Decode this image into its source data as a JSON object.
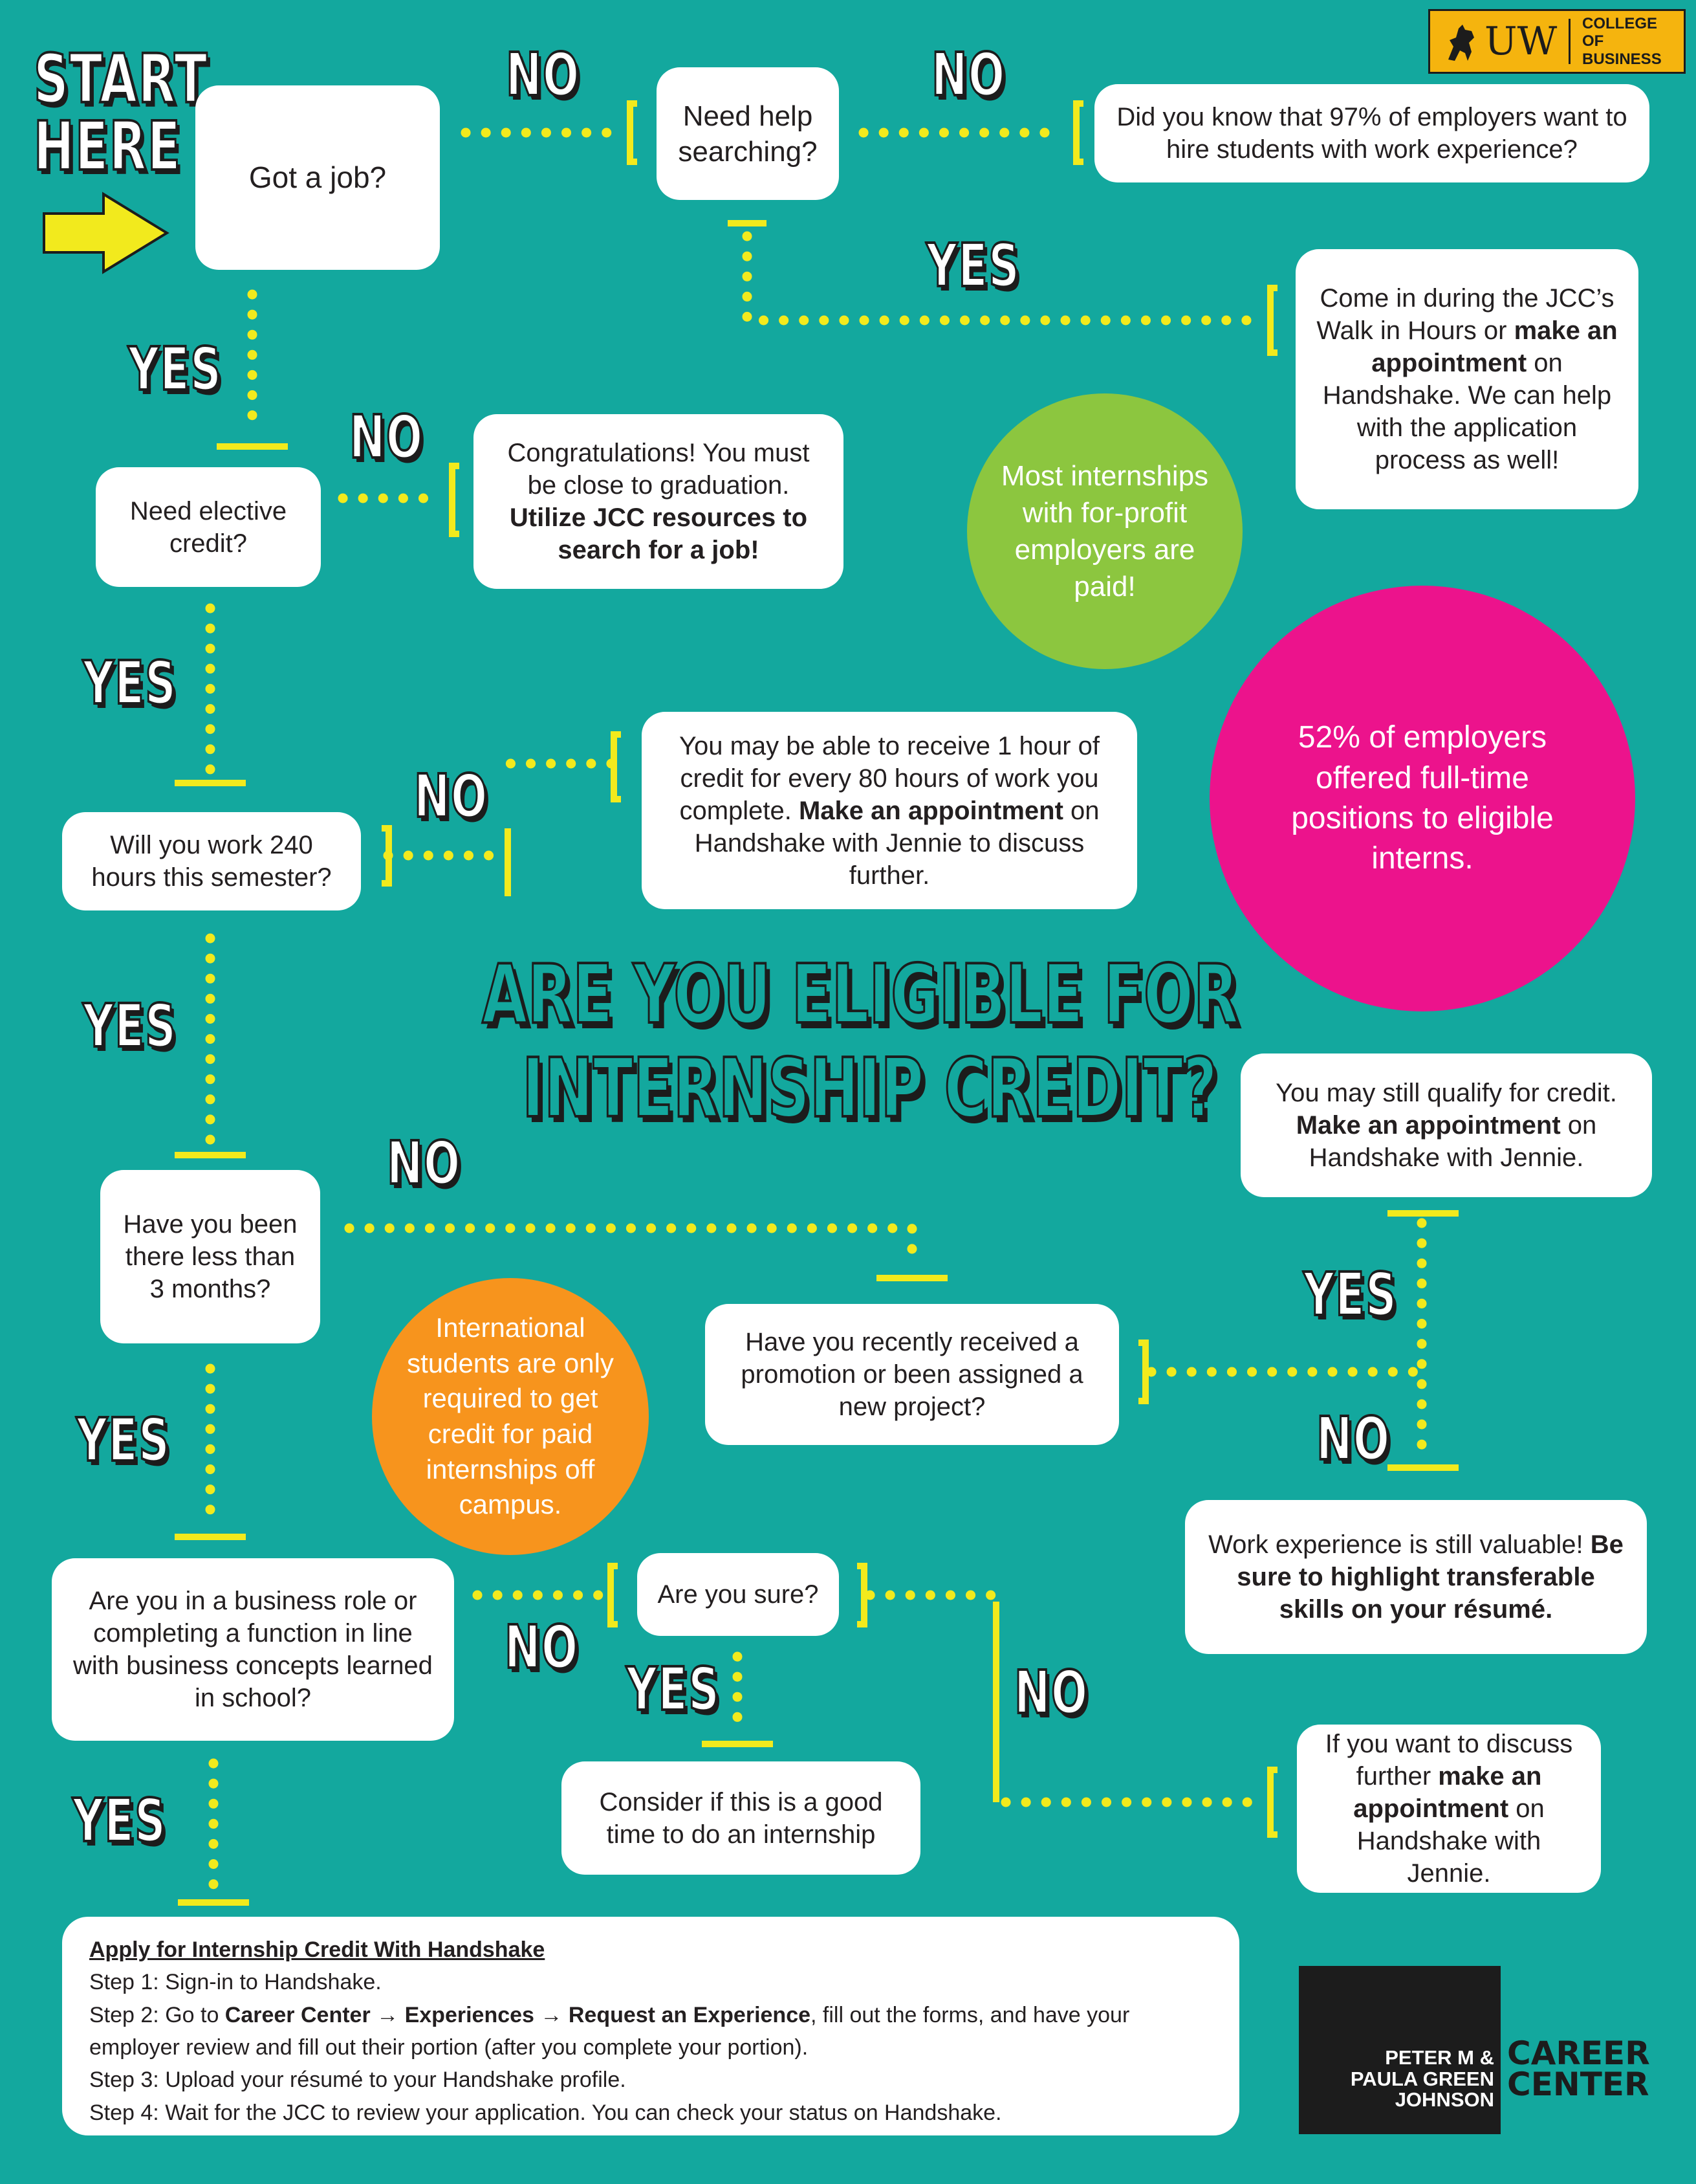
{
  "start": {
    "line1": "START",
    "line2": "HERE"
  },
  "title": {
    "line1": "ARE YOU ELIGIBLE FOR",
    "line2": "INTERNSHIP CREDIT?"
  },
  "logo": {
    "mark": "UW",
    "college_line1": "COLLEGE OF",
    "college_line2": "BUSINESS"
  },
  "boxes": {
    "got_job": "Got a job?",
    "need_help": "Need help searching?",
    "did_you_know": "Did you know that 97% of employers want to hire students with work experience?",
    "come_in": {
      "pre": "Come in during the JCC’s Walk in Hours or ",
      "bold": "make an appointment",
      "post": " on Handshake. We can help with the application process as well!"
    },
    "need_elective": "Need elective credit?",
    "congrats": {
      "pre": "Congratulations! You must be close to graduation. ",
      "bold": "Utilize JCC resources to search for a job!"
    },
    "will_work": "Will you work 240 hours this semester?",
    "one_hour": {
      "pre": "You may be able to receive 1 hour of credit for every 80 hours of work you complete. ",
      "bold": "Make an appointment",
      "post": " on Handshake with Jennie to discuss further."
    },
    "still_qualify": {
      "pre": "You may still qualify for credit. ",
      "bold": "Make an appointment",
      "post": " on Handshake with Jennie."
    },
    "less_than": "Have you been there less than 3 months?",
    "promotion": "Have you recently received a promotion or been assigned a new project?",
    "work_exp": {
      "pre": "Work experience is still valuable! ",
      "bold": "Be sure to highlight transferable skills on your résumé."
    },
    "business_role": "Are you in a business role or completing a function in line with business concepts learned in school?",
    "are_you_sure": "Are you sure?",
    "consider": "Consider if this is a good time to do an internship",
    "discuss": {
      "pre": "If you want to discuss further ",
      "bold": "make an appointment",
      "post": " on Handshake with Jennie."
    }
  },
  "circles": {
    "paid": "Most internships with for-profit employers are paid!",
    "fulltime": "52% of employers offered full-time positions to eligible interns.",
    "international": "International students are only required to get credit for paid internships off campus."
  },
  "labels": {
    "no": "NO",
    "yes": "YES"
  },
  "steps": {
    "heading": "Apply for Internship Credit With Handshake",
    "step1": "Step 1: Sign-in to Handshake.",
    "step2_pre": "Step 2: Go to ",
    "step2_career": "Career Center",
    "step2_arrow1": " → ",
    "step2_exp": "Experiences",
    "step2_arrow2": " → ",
    "step2_req": "Request an Experience",
    "step2_post": ", fill out the forms, and have your employer review and fill out their portion (after you complete your portion).",
    "step3": "Step 3: Upload your résumé to your Handshake profile.",
    "step4": "Step 4: Wait for the JCC to review your application. You can check your status on Handshake."
  },
  "career_center": {
    "line1": "PETER M &",
    "line2": "PAULA GREEN",
    "line3": "JOHNSON",
    "word1": "CAREER",
    "word2": "CENTER"
  },
  "colors": {
    "background": "#13a89e",
    "dots": "#f2ea1d",
    "green": "#8cc63f",
    "pink": "#ec138c",
    "orange": "#f7941d",
    "logo_gold": "#f5b40e"
  }
}
